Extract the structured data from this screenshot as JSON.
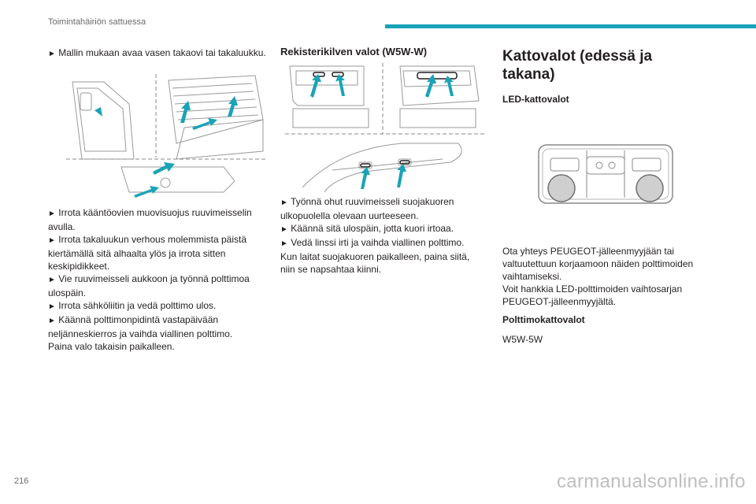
{
  "header": {
    "section_title": "Toimintahäiriön sattuessa",
    "accent_color": "#1aa3b8"
  },
  "page_number": "216",
  "watermark": "carmanualsonline.info",
  "bullet_symbol": "►",
  "left_column": {
    "intro_bullet": "Mallin mukaan avaa vasen takaovi tai takaluukku.",
    "steps": [
      "Irrota kääntöovien muovisuojus ruuvimeisselin avulla.",
      "Irrota takaluukun verhous molemmista päistä kiertämällä sitä alhaalta ylös ja irrota sitten keskipidikkeet.",
      "Vie ruuvimeisseli aukkoon ja työnnä polttimoa ulospäin.",
      "Irrota sähköliitin ja vedä polttimo ulos.",
      "Käännä polttimonpidintä vastapäivään neljänneskierros ja vaihda viallinen polttimo."
    ],
    "closing": "Paina valo takaisin paikalleen."
  },
  "middle_column": {
    "heading": "Rekisterikilven valot (W5W-W)",
    "steps": [
      "Työnnä ohut ruuvimeisseli suojakuoren ulkopuolella olevaan uurteeseen.",
      "Käännä sitä ulospäin, jotta kuori irtoaa.",
      "Vedä linssi irti ja vaihda viallinen polttimo."
    ],
    "closing": "Kun laitat suojakuoren paikalleen, paina siitä, niin se napsahtaa kiinni."
  },
  "right_column": {
    "heading": "Kattovalot (edessä ja takana)",
    "subheading_led": "LED-kattovalot",
    "paragraph_1": "Ota yhteys PEUGEOT-jälleenmyyjään tai valtuutettuun korjaamoon näiden polttimoiden vaihtamiseksi.",
    "paragraph_2": "Voit hankkia LED-polttimoiden vaihtosarjan PEUGEOT-jälleenmyyjältä.",
    "subheading_bulb": "Polttimokattovalot",
    "bulb_type": "W5W-5W"
  }
}
